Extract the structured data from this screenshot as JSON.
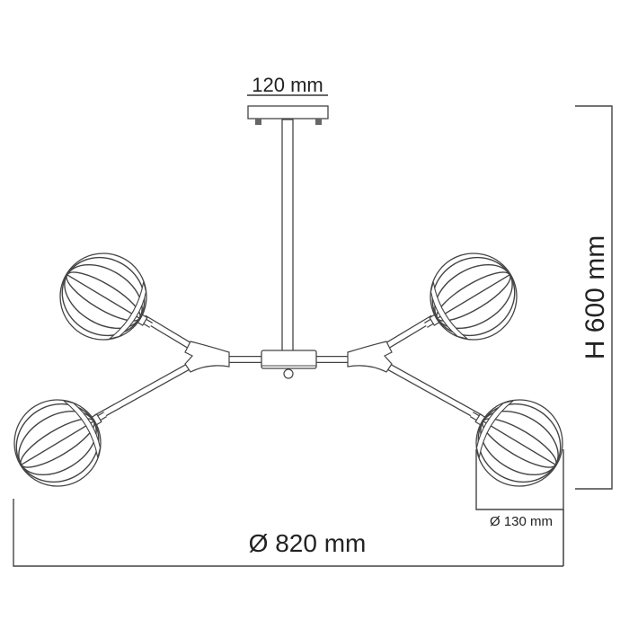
{
  "dimensions": {
    "canopy_width": "120 mm",
    "height": "H 600 mm",
    "overall_diameter": "Ø 820 mm",
    "shade_diameter": "Ø 130 mm"
  },
  "colors": {
    "line": "#444444",
    "background": "#ffffff"
  }
}
